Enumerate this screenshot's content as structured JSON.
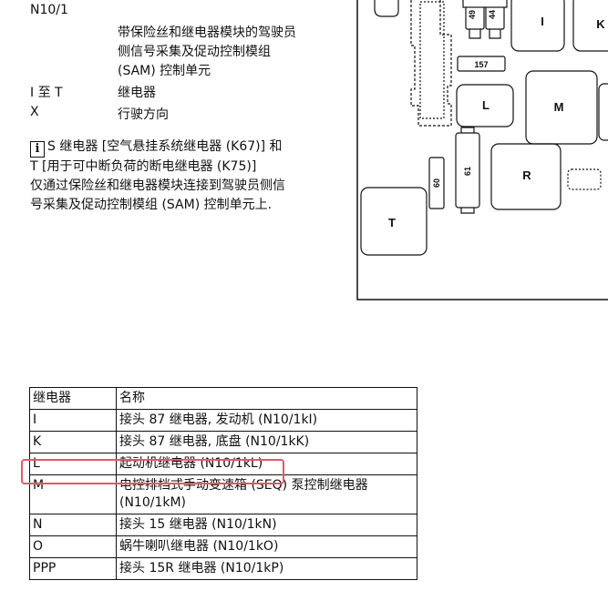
{
  "legend": [
    {
      "key": "N10/1",
      "value": ""
    },
    {
      "key": "",
      "value": "带保险丝和继电器模块的驾驶员"
    },
    {
      "key": "",
      "value": "侧信号采集及促动控制模组"
    },
    {
      "key": "",
      "value": "(SAM) 控制单元"
    },
    {
      "key": "I 至 T",
      "value": "继电器"
    },
    {
      "key": "X",
      "value": "行驶方向"
    }
  ],
  "note": {
    "icon": "info-icon",
    "icon_glyph": "i",
    "lines": [
      "S 继电器 [空气悬挂系统继电器 (K67)] 和",
      "T [用于可中断负荷的断电继电器 (K75)]",
      "仅通过保险丝和继电器模块连接到驾驶员侧信",
      "号采集及促动控制模组 (SAM) 控制单元上."
    ]
  },
  "diagram": {
    "labels": {
      "I": "I",
      "K": "K",
      "L": "L",
      "M": "M",
      "R": "R",
      "T": "T"
    },
    "fuses": {
      "f49": "49",
      "f44": "44",
      "f157": "157",
      "f61": "61",
      "f60": "60"
    }
  },
  "table": {
    "headers": [
      "继电器",
      "名称"
    ],
    "rows": [
      {
        "relay": "I",
        "name": [
          "接头 87 继电器, 发动机 (N10/1kI)"
        ]
      },
      {
        "relay": "K",
        "name": [
          "接头 87 继电器, 底盘 (N10/1kK)"
        ]
      },
      {
        "relay": "L",
        "name": [
          "起动机继电器 (N10/1kL)"
        ]
      },
      {
        "relay": "M",
        "name": [
          "电控排档式手动变速箱 (SEQ) 泵控制继电器",
          "(N10/1kM)"
        ]
      },
      {
        "relay": "N",
        "name": [
          "接头 15 继电器 (N10/1kN)"
        ]
      },
      {
        "relay": "O",
        "name": [
          "蜗牛喇叭继电器 (N10/1kO)"
        ]
      },
      {
        "relay": "PPP",
        "name": [
          "接头 15R 继电器 (N10/1kP)"
        ]
      }
    ]
  },
  "colors": {
    "highlight": "#e05a68"
  }
}
